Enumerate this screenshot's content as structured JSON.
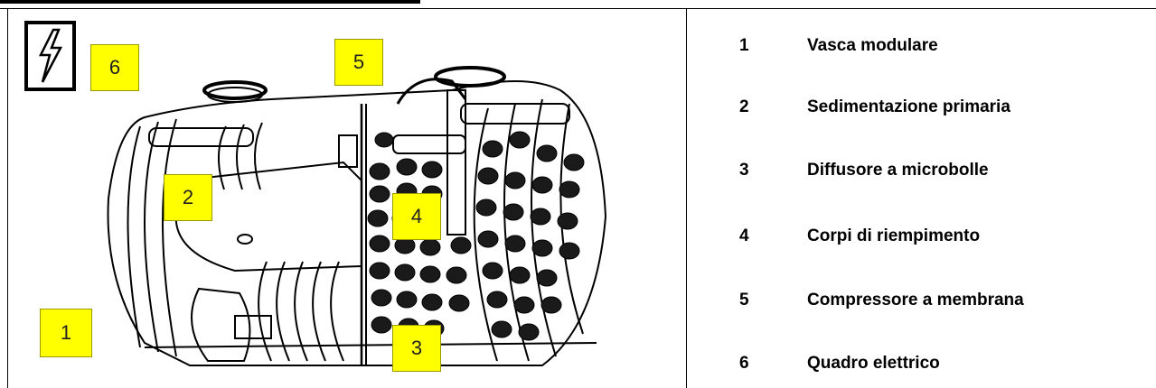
{
  "callouts": {
    "c1": "1",
    "c2": "2",
    "c3": "3",
    "c4": "4",
    "c5": "5",
    "c6": "6"
  },
  "legend": [
    {
      "number": "1",
      "text": "Vasca modulare"
    },
    {
      "number": "2",
      "text": "Sedimentazione primaria"
    },
    {
      "number": "3",
      "text": "Diffusore a microbolle"
    },
    {
      "number": "4",
      "text": "Corpi di riempimento"
    },
    {
      "number": "5",
      "text": "Compressore a membrana"
    },
    {
      "number": "6",
      "text": "Quadro elettrico"
    }
  ],
  "colors": {
    "callout_fill": "#ffff00",
    "line": "#000000"
  },
  "icons": [
    "lightning-bolt-icon"
  ]
}
